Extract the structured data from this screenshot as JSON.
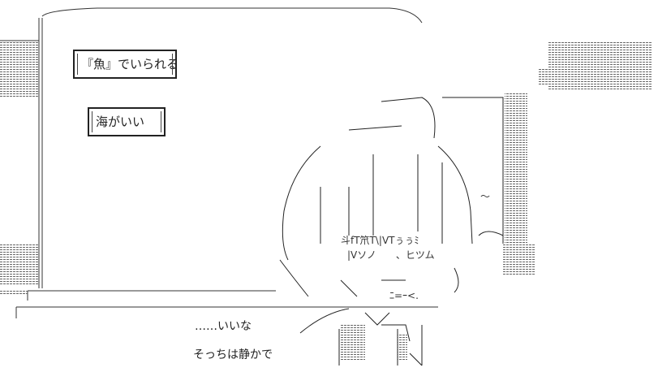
{
  "signs": [
    {
      "text": "『魚』でいられる"
    },
    {
      "text": "海がいい"
    }
  ],
  "captions": [
    {
      "text": "……いいな"
    },
    {
      "text": "そっちは静かで"
    }
  ],
  "art_glyphs": {
    "face_line_1": "斗fT笊T\\|VTぅぅﾐ",
    "face_line_2": "|Vソノ　　、ヒツム",
    "mouth_line": "ﾆ=ｰ<.",
    "wall_mark": "～"
  },
  "colors": {
    "ink": "#222222",
    "hatch": "#555555",
    "background": "#ffffff"
  }
}
